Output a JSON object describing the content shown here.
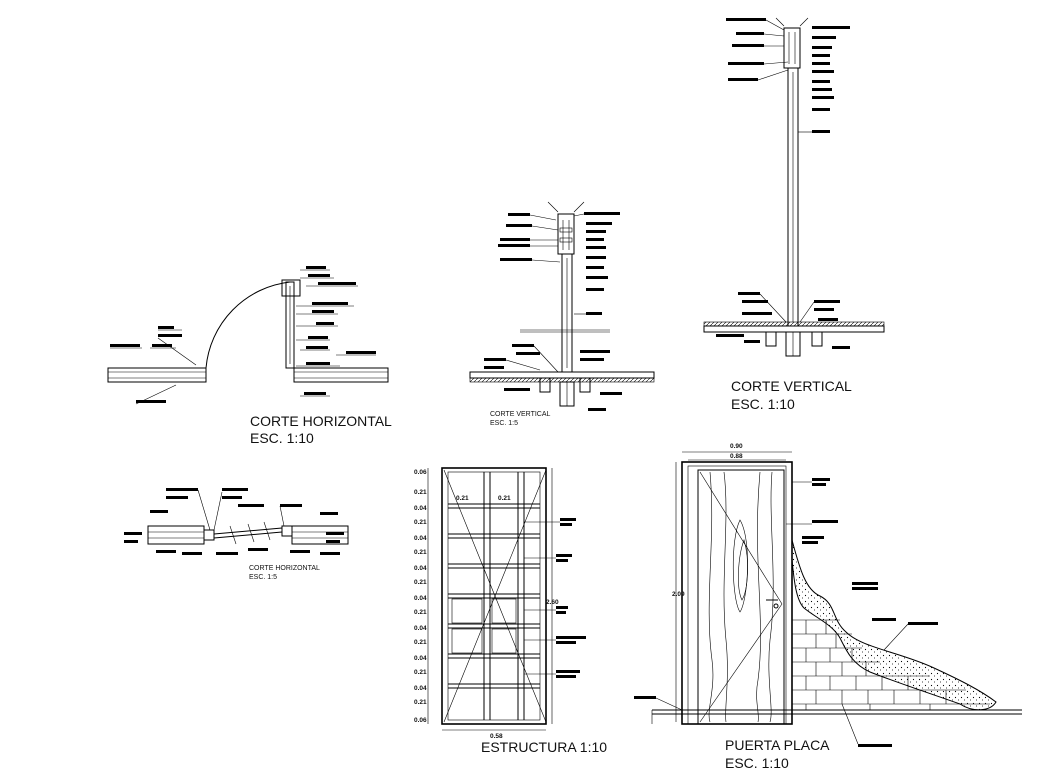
{
  "drawing": {
    "titles": {
      "corte_horizontal_10": [
        "CORTE HORIZONTAL",
        "ESC. 1:10"
      ],
      "corte_vertical_5": [
        "CORTE VERTICAL",
        "ESC. 1:5"
      ],
      "corte_vertical_10": [
        "CORTE VERTICAL",
        "ESC. 1:10"
      ],
      "corte_horizontal_5": [
        "CORTE HORIZONTAL",
        "ESC. 1:5"
      ],
      "estructura": "ESTRUCTURA  1:10",
      "puerta_placa": [
        "PUERTA PLACA",
        "ESC. 1:10"
      ]
    },
    "dimensions": {
      "estructura_left": [
        "0.06",
        "0.21",
        "0.04",
        "0.21",
        "0.04",
        "0.21",
        "0.04",
        "0.21",
        "0.04",
        "0.21",
        "0.04",
        "0.21",
        "0.04",
        "0.21",
        "0.04",
        "0.21",
        "0.06"
      ],
      "estructura_top": [
        "0.21",
        "0.21"
      ],
      "estructura_height": "2.60",
      "estructura_width": "0.58",
      "puerta_top": [
        "0.90",
        "0.88"
      ],
      "puerta_height": "2.09"
    },
    "colors": {
      "line": "#000000",
      "paper": "#ffffff"
    }
  }
}
